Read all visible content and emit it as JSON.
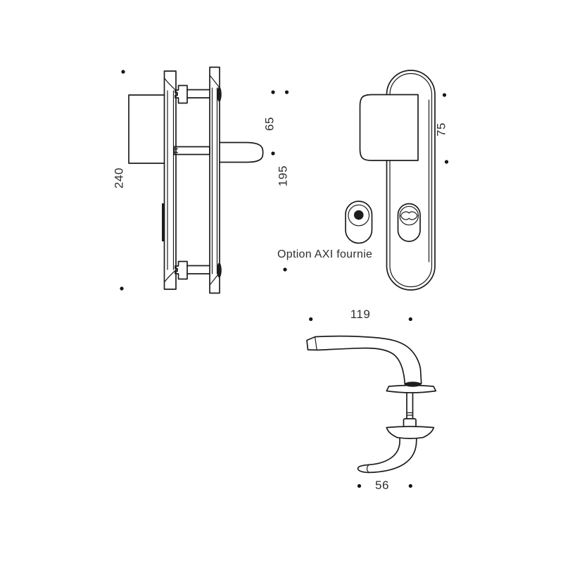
{
  "colors": {
    "background": "#ffffff",
    "line": "#1d1d1d",
    "text": "#2e2e2e"
  },
  "side_view": {
    "plate_length": "240",
    "grip_offset": "65",
    "grip_height": "195"
  },
  "front_view": {
    "plate_width": "75"
  },
  "option": {
    "note": "Option AXI fournie"
  },
  "lever_view": {
    "length": "119",
    "depth": "56"
  }
}
